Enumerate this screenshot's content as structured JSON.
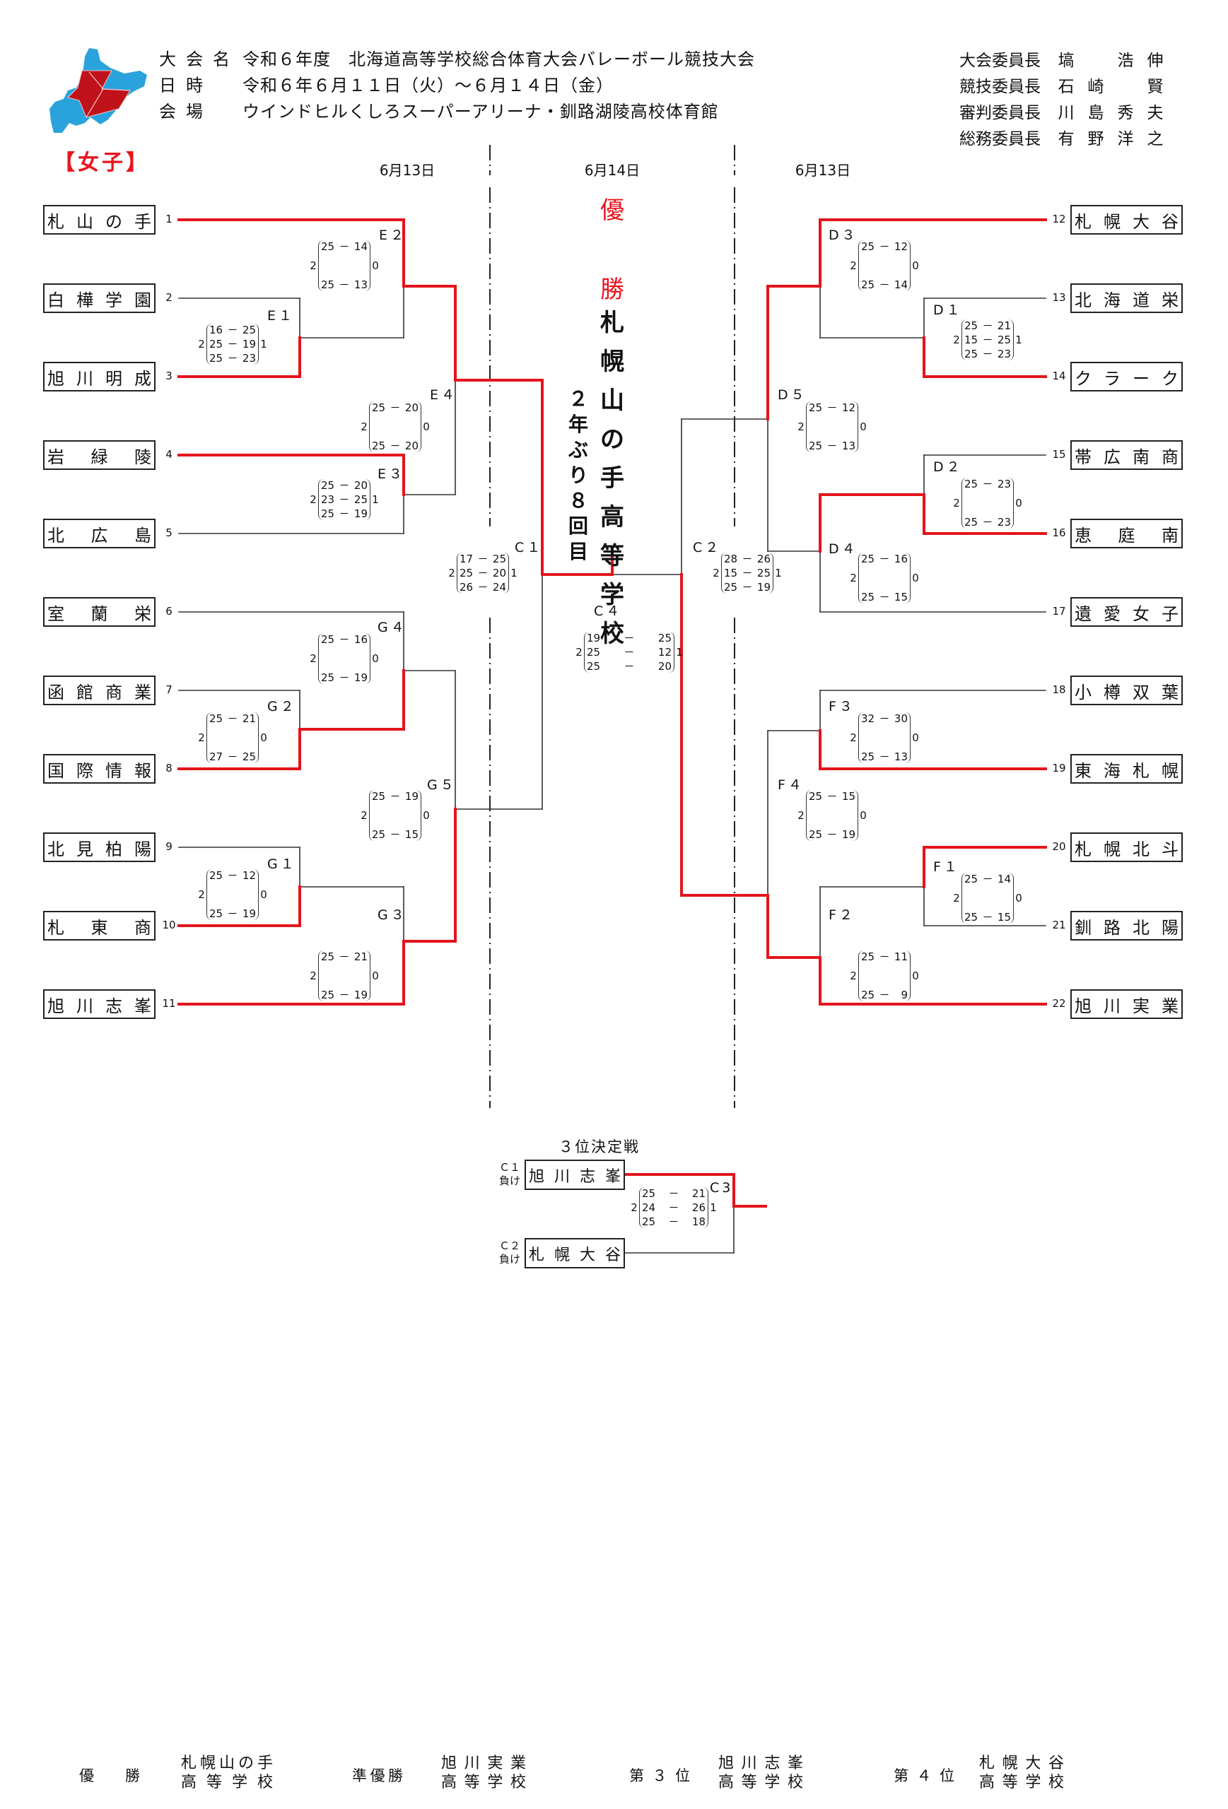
{
  "header": {
    "rows": [
      {
        "label": "大会名",
        "value": "令和６年度　北海道高等学校総合体育大会バレーボール競技大会"
      },
      {
        "label": "日時",
        "value": "令和６年６月１１日（火）～６月１４日（金）"
      },
      {
        "label": "会場",
        "value": "ウインドヒルくしろスーパーアリーナ・釧路湖陵高校体育館"
      }
    ],
    "officials": [
      {
        "role": "大会委員長",
        "name": [
          "塙",
          "",
          "浩",
          "伸"
        ]
      },
      {
        "role": "競技委員長",
        "name": [
          "石",
          "崎",
          "",
          "賢"
        ]
      },
      {
        "role": "審判委員長",
        "name": [
          "川",
          "島",
          "秀",
          "夫"
        ]
      },
      {
        "role": "総務委員長",
        "name": [
          "有",
          "野",
          "洋",
          "之"
        ]
      }
    ],
    "gender": "【女子】",
    "logo": "hokkaido-map-logo-icon"
  },
  "dates": {
    "left": "6月13日",
    "center": "6月14日",
    "right": "6月13日"
  },
  "champion_banner": {
    "label": [
      "優",
      "勝"
    ],
    "name": [
      "札",
      "幌",
      "山",
      "の",
      "手",
      "高",
      "等",
      "学",
      "校"
    ],
    "note": [
      "２",
      "年",
      "ぶ",
      "り",
      "８",
      "回",
      "目"
    ]
  },
  "teams": [
    {
      "seed": "1",
      "name": [
        "札",
        "山",
        "の",
        "手"
      ]
    },
    {
      "seed": "2",
      "name": [
        "白",
        "樺",
        "学",
        "園"
      ]
    },
    {
      "seed": "3",
      "name": [
        "旭",
        "川",
        "明",
        "成"
      ]
    },
    {
      "seed": "4",
      "name": [
        "岩",
        "緑",
        "陵"
      ]
    },
    {
      "seed": "5",
      "name": [
        "北",
        "広",
        "島"
      ]
    },
    {
      "seed": "6",
      "name": [
        "室",
        "蘭",
        "栄"
      ]
    },
    {
      "seed": "7",
      "name": [
        "函",
        "館",
        "商",
        "業"
      ]
    },
    {
      "seed": "8",
      "name": [
        "国",
        "際",
        "情",
        "報"
      ]
    },
    {
      "seed": "9",
      "name": [
        "北",
        "見",
        "柏",
        "陽"
      ]
    },
    {
      "seed": "10",
      "name": [
        "札",
        "東",
        "商"
      ]
    },
    {
      "seed": "11",
      "name": [
        "旭",
        "川",
        "志",
        "峯"
      ]
    },
    {
      "seed": "12",
      "name": [
        "札",
        "幌",
        "大",
        "谷"
      ]
    },
    {
      "seed": "13",
      "name": [
        "北",
        "海",
        "道",
        "栄"
      ]
    },
    {
      "seed": "14",
      "name": [
        "ク",
        "ラ",
        "ー",
        "ク"
      ]
    },
    {
      "seed": "15",
      "name": [
        "帯",
        "広",
        "南",
        "商"
      ]
    },
    {
      "seed": "16",
      "name": [
        "恵",
        "庭",
        "南"
      ]
    },
    {
      "seed": "17",
      "name": [
        "遺",
        "愛",
        "女",
        "子"
      ]
    },
    {
      "seed": "18",
      "name": [
        "小",
        "樽",
        "双",
        "葉"
      ]
    },
    {
      "seed": "19",
      "name": [
        "東",
        "海",
        "札",
        "幌"
      ]
    },
    {
      "seed": "20",
      "name": [
        "札",
        "幌",
        "北",
        "斗"
      ]
    },
    {
      "seed": "21",
      "name": [
        "釧",
        "路",
        "北",
        "陽"
      ]
    },
    {
      "seed": "22",
      "name": [
        "旭",
        "川",
        "実",
        "業"
      ]
    }
  ],
  "matches": [
    {
      "id": "E１",
      "sets_won": "2",
      "sets_lost": "1",
      "sets": [
        [
          "16",
          "25"
        ],
        [
          "25",
          "19"
        ],
        [
          "25",
          "23"
        ]
      ]
    },
    {
      "id": "E２",
      "sets_won": "2",
      "sets_lost": "0",
      "sets": [
        [
          "25",
          "14"
        ],
        [
          "25",
          "13"
        ]
      ]
    },
    {
      "id": "E３",
      "sets_won": "2",
      "sets_lost": "1",
      "sets": [
        [
          "25",
          "20"
        ],
        [
          "23",
          "25"
        ],
        [
          "25",
          "19"
        ]
      ]
    },
    {
      "id": "E４",
      "sets_won": "2",
      "sets_lost": "0",
      "sets": [
        [
          "25",
          "20"
        ],
        [
          "25",
          "20"
        ]
      ]
    },
    {
      "id": "G１",
      "sets_won": "2",
      "sets_lost": "0",
      "sets": [
        [
          "25",
          "12"
        ],
        [
          "25",
          "19"
        ]
      ]
    },
    {
      "id": "G２",
      "sets_won": "2",
      "sets_lost": "0",
      "sets": [
        [
          "25",
          "21"
        ],
        [
          "27",
          "25"
        ]
      ]
    },
    {
      "id": "G３",
      "sets_won": "2",
      "sets_lost": "0",
      "sets": [
        [
          "25",
          "21"
        ],
        [
          "25",
          "19"
        ]
      ]
    },
    {
      "id": "G４",
      "sets_won": "2",
      "sets_lost": "0",
      "sets": [
        [
          "25",
          "16"
        ],
        [
          "25",
          "19"
        ]
      ]
    },
    {
      "id": "G５",
      "sets_won": "2",
      "sets_lost": "0",
      "sets": [
        [
          "25",
          "19"
        ],
        [
          "25",
          "15"
        ]
      ]
    },
    {
      "id": "C１",
      "sets_won": "2",
      "sets_lost": "1",
      "sets": [
        [
          "17",
          "25"
        ],
        [
          "25",
          "20"
        ],
        [
          "26",
          "24"
        ]
      ]
    },
    {
      "id": "D１",
      "sets_won": "2",
      "sets_lost": "1",
      "sets": [
        [
          "25",
          "21"
        ],
        [
          "15",
          "25"
        ],
        [
          "25",
          "23"
        ]
      ]
    },
    {
      "id": "D２",
      "sets_won": "2",
      "sets_lost": "0",
      "sets": [
        [
          "25",
          "23"
        ],
        [
          "25",
          "23"
        ]
      ]
    },
    {
      "id": "D３",
      "sets_won": "2",
      "sets_lost": "0",
      "sets": [
        [
          "25",
          "12"
        ],
        [
          "25",
          "14"
        ]
      ]
    },
    {
      "id": "D４",
      "sets_won": "2",
      "sets_lost": "0",
      "sets": [
        [
          "25",
          "16"
        ],
        [
          "25",
          "15"
        ]
      ]
    },
    {
      "id": "D５",
      "sets_won": "2",
      "sets_lost": "0",
      "sets": [
        [
          "25",
          "12"
        ],
        [
          "25",
          "13"
        ]
      ]
    },
    {
      "id": "F１",
      "sets_won": "2",
      "sets_lost": "0",
      "sets": [
        [
          "25",
          "14"
        ],
        [
          "25",
          "15"
        ]
      ]
    },
    {
      "id": "F２",
      "sets_won": "2",
      "sets_lost": "0",
      "sets": [
        [
          "25",
          "11"
        ],
        [
          "25",
          "9"
        ]
      ]
    },
    {
      "id": "F３",
      "sets_won": "2",
      "sets_lost": "0",
      "sets": [
        [
          "32",
          "30"
        ],
        [
          "25",
          "13"
        ]
      ]
    },
    {
      "id": "F４",
      "sets_won": "2",
      "sets_lost": "0",
      "sets": [
        [
          "25",
          "15"
        ],
        [
          "25",
          "19"
        ]
      ]
    },
    {
      "id": "C２",
      "sets_won": "2",
      "sets_lost": "1",
      "sets": [
        [
          "28",
          "26"
        ],
        [
          "15",
          "25"
        ],
        [
          "25",
          "19"
        ]
      ]
    },
    {
      "id": "C４",
      "sets_won": "2",
      "sets_lost": "1",
      "sets": [
        [
          "19",
          "25"
        ],
        [
          "25",
          "12"
        ],
        [
          "25",
          "20"
        ]
      ]
    }
  ],
  "third_place": {
    "title": "３位決定戦",
    "match": {
      "id": "C3",
      "sets_won": "2",
      "sets_lost": "1",
      "sets": [
        [
          "25",
          "21"
        ],
        [
          "24",
          "26"
        ],
        [
          "25",
          "18"
        ]
      ]
    },
    "top": {
      "label": [
        "Ｃ１",
        "負け"
      ],
      "name": [
        "旭",
        "川",
        "志",
        "峯"
      ]
    },
    "bottom": {
      "label": [
        "Ｃ２",
        "負け"
      ],
      "name": [
        "札",
        "幌",
        "大",
        "谷"
      ]
    }
  },
  "final_standings": [
    {
      "rank": [
        "優",
        "勝"
      ],
      "line1": [
        "札",
        "幌",
        "山",
        "の",
        "手"
      ],
      "line2": [
        "高",
        "等",
        "学",
        "校"
      ]
    },
    {
      "rank": [
        "準",
        "優",
        "勝"
      ],
      "line1": [
        "旭",
        "川",
        "実",
        "業"
      ],
      "line2": [
        "高",
        "等",
        "学",
        "校"
      ]
    },
    {
      "rank": [
        "第",
        "３",
        "位"
      ],
      "line1": [
        "旭",
        "川",
        "志",
        "峯"
      ],
      "line2": [
        "高",
        "等",
        "学",
        "校"
      ]
    },
    {
      "rank": [
        "第",
        "４",
        "位"
      ],
      "line1": [
        "札",
        "幌",
        "大",
        "谷"
      ],
      "line2": [
        "高",
        "等",
        "学",
        "校"
      ]
    }
  ],
  "colors": {
    "winner_line": "#e3141c",
    "line": "#333333",
    "accent_text": "#e8141e",
    "logo_blue": "#2aa3dc",
    "logo_red": "#c0121a"
  }
}
